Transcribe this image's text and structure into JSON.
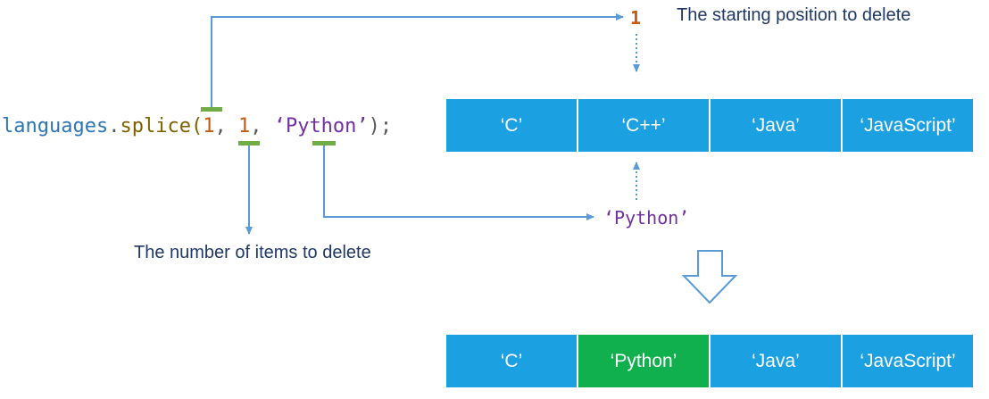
{
  "code": {
    "object": "languages",
    "dot": ".",
    "method": "splice",
    "open_paren": "(",
    "start_arg": "1",
    "separator": ", ",
    "count_arg": "1",
    "insert_arg": "‘Python’",
    "close": ");"
  },
  "annotations": {
    "start_value": "1",
    "start_label": "The starting position to delete",
    "count_label": "The number of items to delete",
    "insert_value": "‘Python’"
  },
  "before_array": [
    "‘C’",
    "‘C++’",
    "‘Java’",
    "‘JavaScript’"
  ],
  "after_array": [
    "‘C’",
    "‘Python’",
    "‘Java’",
    "‘JavaScript’"
  ],
  "inserted_index": 1,
  "colors": {
    "cell": "#1ba1e2",
    "inserted_cell": "#11b04f",
    "connector": "#5b9bd5",
    "marker": "#70ad47",
    "caption": "#1f3864",
    "number": "#c55a11",
    "string": "#7030a0"
  },
  "icons": {
    "down_arrow": "hollow-down-arrow-icon"
  }
}
